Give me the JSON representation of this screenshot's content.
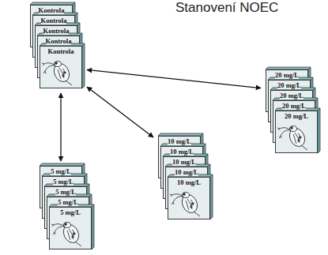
{
  "diagram": {
    "title": "Stanovení NOEC",
    "nodes": [
      {
        "text": [
          "Kontrola"
        ]
      },
      {
        "text": [
          "Kontrola"
        ]
      },
      {
        "text": [
          "Kontrola"
        ]
      },
      {
        "text": [
          "Kontrola"
        ]
      },
      {
        "text": [
          "Kontrola"
        ]
      },
      {
        "text": [
          "20 mg/L"
        ]
      },
      {
        "text": [
          "20 mg/L"
        ]
      },
      {
        "text": [
          "20 mg/L"
        ]
      },
      {
        "text": [
          "20 mg/L"
        ]
      },
      {
        "text": [
          "20 mg/L"
        ]
      },
      {
        "text": [
          "10 mg/L"
        ]
      },
      {
        "text": [
          "10 mg/L"
        ]
      },
      {
        "text": [
          "10 mg/L"
        ]
      },
      {
        "text": [
          "10 mg/L"
        ]
      },
      {
        "text": [
          "10 mg/L"
        ]
      },
      {
        "text": [
          "5 mg/L"
        ]
      },
      {
        "text": [
          "5 mg/L"
        ]
      },
      {
        "text": [
          "5 mg/L"
        ]
      },
      {
        "text": [
          "5 mg/L"
        ]
      },
      {
        "text": [
          "5 mg/L"
        ]
      }
    ],
    "edges": [
      {
        "from": 4,
        "to": 5,
        "arrow": "both"
      },
      {
        "from": 4,
        "to": 10,
        "arrow": "both"
      },
      {
        "from": 4,
        "to": 15,
        "arrow": "both"
      }
    ]
  }
}
